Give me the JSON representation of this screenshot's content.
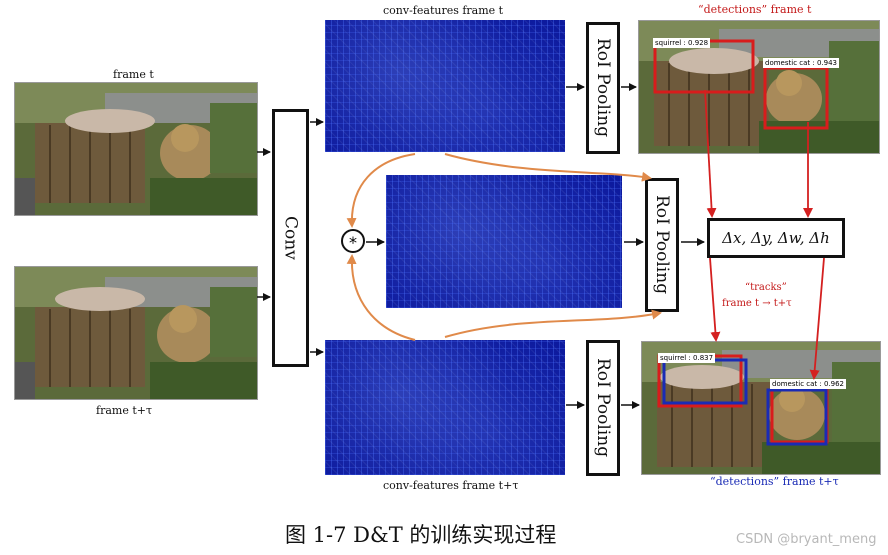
{
  "labels": {
    "frame_t": "frame t",
    "frame_t_tau": "frame t+τ",
    "conv_features_t": "conv-features frame t",
    "conv_features_t_tau": "conv-features frame t+τ",
    "detections_t": "“detections” frame t",
    "detections_t_tau": "“detections” frame t+τ",
    "tracks_line1": "“tracks”",
    "tracks_line2": "frame t → t+τ",
    "conv": "Conv",
    "roi_pooling": "RoI Pooling",
    "correlation": "*",
    "deltas": "Δx, Δy, Δw, Δh"
  },
  "detections": {
    "frame_t": {
      "squirrel": "squirrel : 0.928",
      "cat": "domestic cat : 0.943"
    },
    "frame_t_tau": {
      "squirrel": "squirrel : 0.837",
      "cat": "domestic cat : 0.962"
    }
  },
  "caption": "图 1-7 D&T 的训练实现过程",
  "watermark": "CSDN @bryant_meng",
  "colors": {
    "detection_box": "#d81c1c",
    "track_box": "#1a2bb5",
    "arrow_red": "#d42020",
    "arrow_orange": "#e08a4a",
    "feature_map": "#0d1a9e",
    "detections_t_label": "#c41a1a",
    "detections_t_tau_label": "#1a2bb5"
  }
}
